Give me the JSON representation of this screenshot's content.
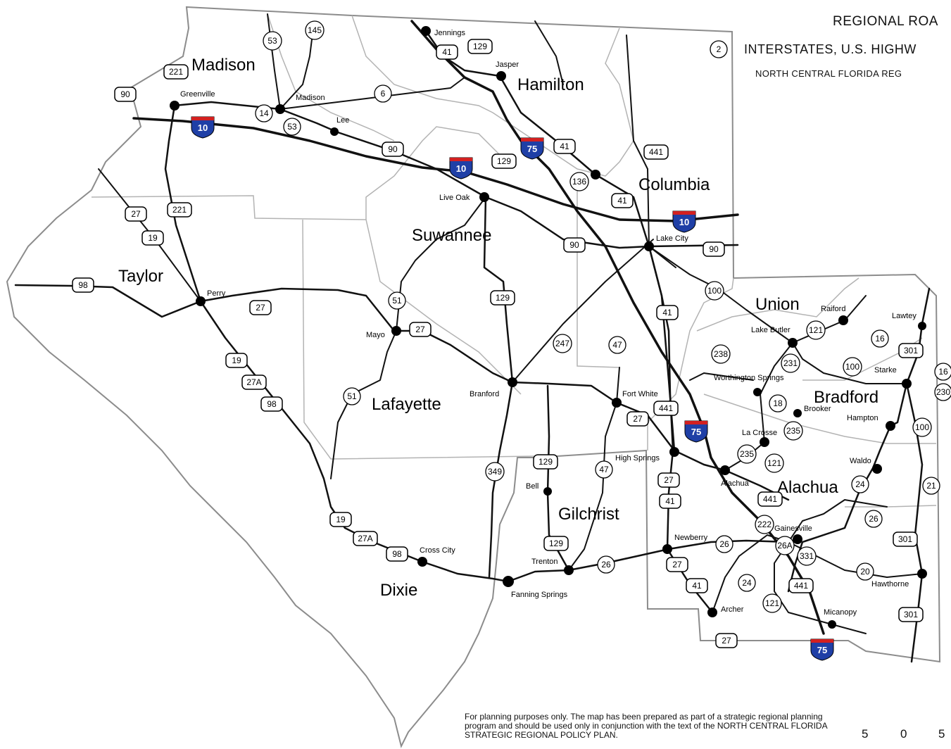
{
  "title": {
    "line1": "REGIONAL ROA",
    "line2": "INTERSTATES, U.S. HIGHW",
    "line3": "NORTH CENTRAL FLORIDA REG"
  },
  "disclaimer": "For planning purposes only.  The map has been prepared as part of a strategic regional planning program and should be used only in conjunction with the text of the NORTH CENTRAL FLORIDA STRATEGIC REGIONAL POLICY PLAN.",
  "scale": [
    "5",
    "0",
    "5"
  ],
  "counties": [
    "Madison",
    "Hamilton",
    "Columbia",
    "Suwannee",
    "Taylor",
    "Lafayette",
    "Union",
    "Bradford",
    "Dixie",
    "Gilchrist",
    "Alachua"
  ],
  "towns": [
    "Jennings",
    "Jasper",
    "Greenville",
    "Madison",
    "Lee",
    "Live Oak",
    "Lake City",
    "Perry",
    "Mayo",
    "Branford",
    "Raiford",
    "Lawtey",
    "Lake Butler",
    "Worthington Springs",
    "Starke",
    "Brooker",
    "Hampton",
    "Fort White",
    "La Crosse",
    "High Springs",
    "Alachua",
    "Waldo",
    "Bell",
    "Gainesville",
    "Newberry",
    "Trenton",
    "Cross City",
    "Fanning Springs",
    "Hawthorne",
    "Archer",
    "Micanopy"
  ],
  "route_labels": {
    "interstate": [
      "10",
      "75"
    ],
    "us": [
      "221",
      "90",
      "41",
      "129",
      "27",
      "19",
      "98",
      "27A",
      "441",
      "301",
      "90"
    ],
    "state": [
      "145",
      "53",
      "2",
      "6",
      "14",
      "53",
      "90",
      "136",
      "51",
      "247",
      "47",
      "100",
      "238",
      "231",
      "121",
      "16",
      "18",
      "235",
      "349",
      "24",
      "222",
      "26",
      "26A",
      "331",
      "20",
      "21",
      "230",
      "121",
      "24"
    ]
  },
  "colors": {
    "land": "#ffffff",
    "county_line": "#b3b3b3",
    "road": "#111111",
    "interstate_blue": "#1f3fa6",
    "interstate_red": "#d32020"
  }
}
